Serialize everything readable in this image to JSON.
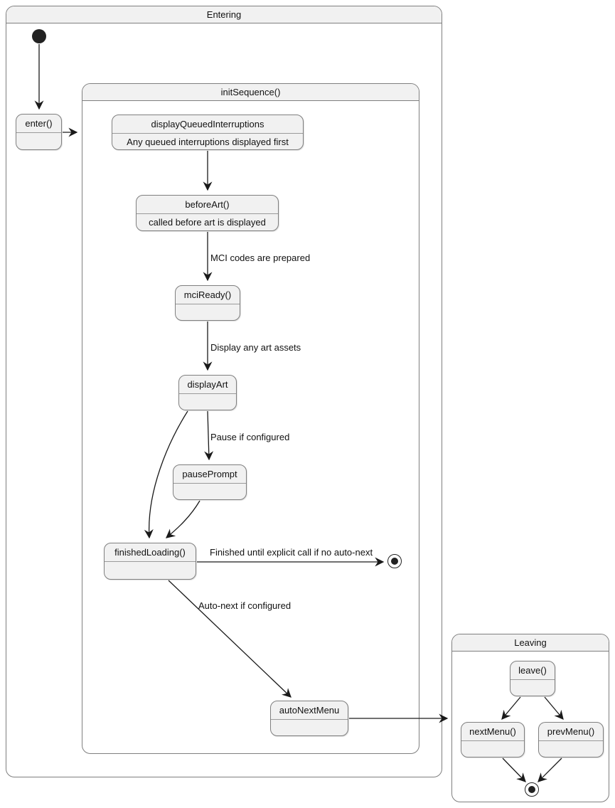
{
  "entering": {
    "title": "Entering",
    "states": {
      "enter": {
        "name": "enter()"
      }
    }
  },
  "init_sequence": {
    "title": "initSequence()",
    "states": {
      "display_queued_interruptions": {
        "name": "displayQueuedInterruptions",
        "description": "Any queued interruptions displayed first"
      },
      "before_art": {
        "name": "beforeArt()",
        "description": "called before art is displayed"
      },
      "mci_ready": {
        "name": "mciReady()"
      },
      "display_art": {
        "name": "displayArt"
      },
      "pause_prompt": {
        "name": "pausePrompt"
      },
      "finished_loading": {
        "name": "finishedLoading()"
      },
      "auto_next_menu": {
        "name": "autoNextMenu"
      }
    },
    "edge_labels": {
      "mci_codes": "MCI codes are prepared",
      "display_assets": "Display any art assets",
      "pause": "Pause if configured",
      "finished": "Finished until explicit call if no auto-next",
      "auto_next": "Auto-next if configured"
    }
  },
  "leaving": {
    "title": "Leaving",
    "states": {
      "leave": {
        "name": "leave()"
      },
      "next_menu": {
        "name": "nextMenu()"
      },
      "prev_menu": {
        "name": "prevMenu()"
      }
    }
  },
  "colors": {
    "state_fill": "#f1f1f1",
    "state_border": "#7f7f7f",
    "container_border": "#7f7f7f",
    "title_fill": "#f1f1f1",
    "line": "#1a1a1a",
    "pseudo": "#222222",
    "text": "#111111"
  }
}
